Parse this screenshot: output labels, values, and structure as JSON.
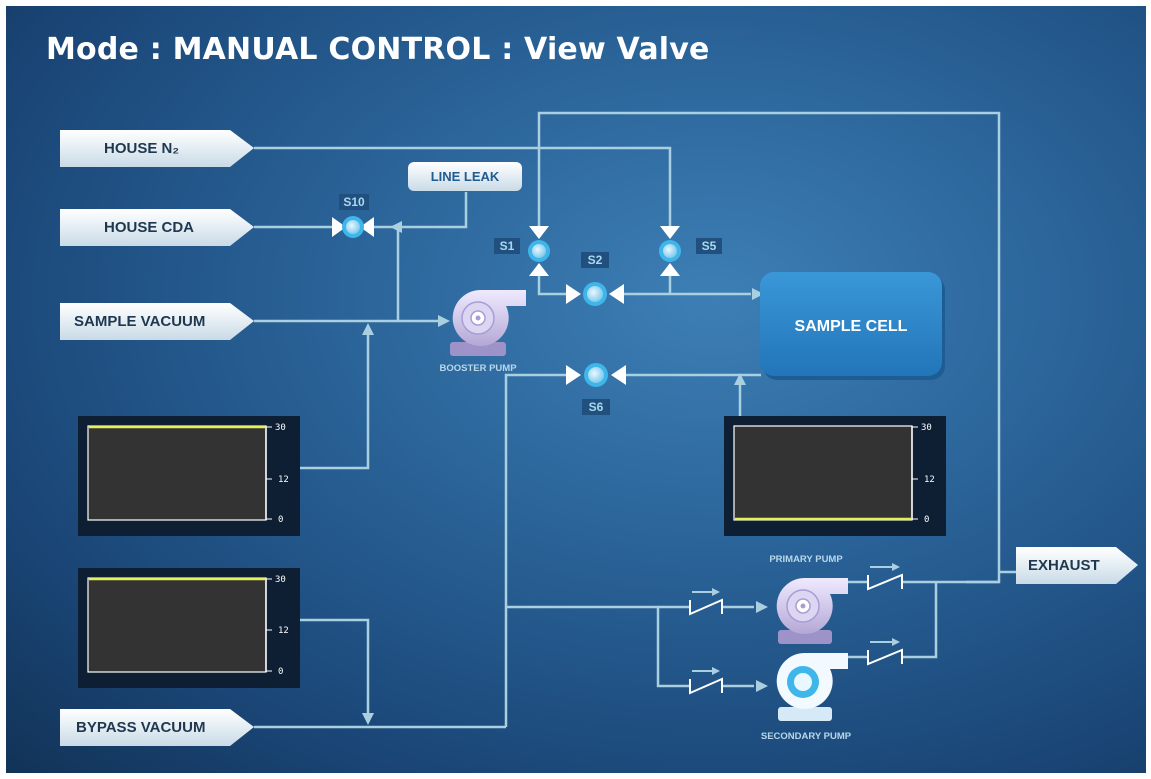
{
  "title": "Mode : MANUAL CONTROL : View Valve",
  "sources": {
    "house_n2": "HOUSE N₂",
    "house_cda": "HOUSE CDA",
    "sample_vacuum": "SAMPLE VACUUM",
    "bypass_vacuum": "BYPASS VACUUM"
  },
  "exhaust_label": "EXHAUST",
  "line_leak_label": "LINE LEAK",
  "sample_cell_label": "SAMPLE CELL",
  "valves": {
    "s10": "S10",
    "s1": "S1",
    "s2": "S2",
    "s5": "S5",
    "s6": "S6"
  },
  "pumps": {
    "booster": "BOOSTER PUMP",
    "primary": "PRIMARY PUMP",
    "secondary": "SECONDARY PUMP"
  },
  "gauges": {
    "sample_vacuum_gauge": {
      "ticks": [
        "30",
        "12",
        "0"
      ],
      "level_fraction": 1.0
    },
    "bypass_vacuum_gauge": {
      "ticks": [
        "30",
        "12",
        "0"
      ],
      "level_fraction": 1.0
    },
    "sample_cell_gauge": {
      "ticks": [
        "30",
        "12",
        "0"
      ],
      "level_fraction": 0.0
    }
  },
  "colors": {
    "pipe": "#a9cfe0",
    "valve_ring": "#3fb6ea",
    "gauge_level": "#e4f15a",
    "sample_cell": "#2b85c8"
  }
}
